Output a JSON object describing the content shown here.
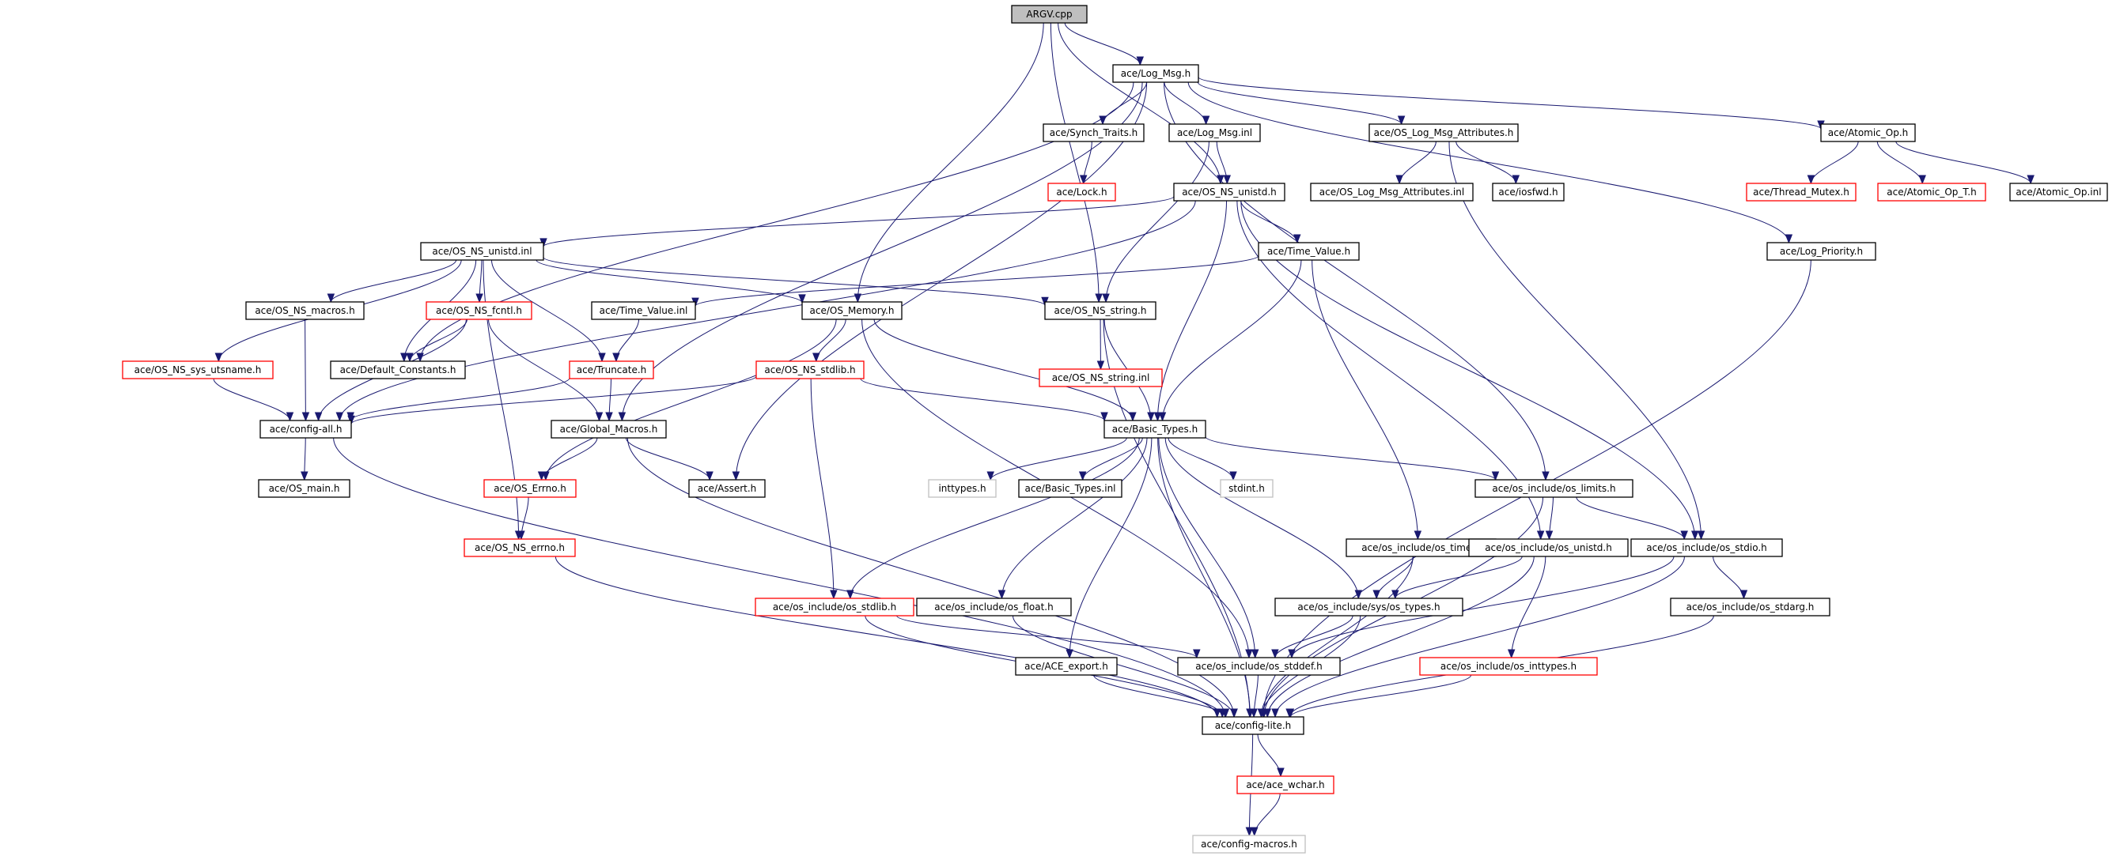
{
  "diagram": {
    "colors": {
      "edge": "#191970",
      "border_normal": "#000000",
      "border_truncated": "#ff0000",
      "border_external": "#bfbfbf",
      "fill_root": "#bfbfbf",
      "fill_normal": "#ffffff",
      "text": "#000000"
    },
    "nodes": [
      {
        "id": "argv_cpp",
        "label": "ARGV.cpp",
        "kind": "root"
      },
      {
        "id": "log_msg_h",
        "label": "ace/Log_Msg.h",
        "kind": "normal"
      },
      {
        "id": "synch_traits_h",
        "label": "ace/Synch_Traits.h",
        "kind": "normal"
      },
      {
        "id": "log_msg_inl",
        "label": "ace/Log_Msg.inl",
        "kind": "normal"
      },
      {
        "id": "os_log_msg_attr_h",
        "label": "ace/OS_Log_Msg_Attributes.h",
        "kind": "normal"
      },
      {
        "id": "atomic_op_h",
        "label": "ace/Atomic_Op.h",
        "kind": "normal"
      },
      {
        "id": "lock_h",
        "label": "ace/Lock.h",
        "kind": "truncated"
      },
      {
        "id": "os_ns_unistd_h",
        "label": "ace/OS_NS_unistd.h",
        "kind": "normal"
      },
      {
        "id": "os_log_msg_attr_inl",
        "label": "ace/OS_Log_Msg_Attributes.inl",
        "kind": "normal"
      },
      {
        "id": "iosfwd_h",
        "label": "ace/iosfwd.h",
        "kind": "normal"
      },
      {
        "id": "thread_mutex_h",
        "label": "ace/Thread_Mutex.h",
        "kind": "truncated"
      },
      {
        "id": "atomic_op_t_h",
        "label": "ace/Atomic_Op_T.h",
        "kind": "truncated"
      },
      {
        "id": "atomic_op_inl",
        "label": "ace/Atomic_Op.inl",
        "kind": "normal"
      },
      {
        "id": "os_ns_unistd_inl",
        "label": "ace/OS_NS_unistd.inl",
        "kind": "normal"
      },
      {
        "id": "time_value_h",
        "label": "ace/Time_Value.h",
        "kind": "normal"
      },
      {
        "id": "log_priority_h",
        "label": "ace/Log_Priority.h",
        "kind": "normal"
      },
      {
        "id": "os_ns_macros_h",
        "label": "ace/OS_NS_macros.h",
        "kind": "normal"
      },
      {
        "id": "os_ns_fcntl_h",
        "label": "ace/OS_NS_fcntl.h",
        "kind": "truncated"
      },
      {
        "id": "time_value_inl",
        "label": "ace/Time_Value.inl",
        "kind": "normal"
      },
      {
        "id": "os_memory_h",
        "label": "ace/OS_Memory.h",
        "kind": "normal"
      },
      {
        "id": "os_ns_string_h",
        "label": "ace/OS_NS_string.h",
        "kind": "normal"
      },
      {
        "id": "os_ns_sys_utsname_h",
        "label": "ace/OS_NS_sys_utsname.h",
        "kind": "truncated"
      },
      {
        "id": "default_constants_h",
        "label": "ace/Default_Constants.h",
        "kind": "normal"
      },
      {
        "id": "truncate_h",
        "label": "ace/Truncate.h",
        "kind": "truncated"
      },
      {
        "id": "os_ns_stdlib_h",
        "label": "ace/OS_NS_stdlib.h",
        "kind": "truncated"
      },
      {
        "id": "os_ns_string_inl",
        "label": "ace/OS_NS_string.inl",
        "kind": "truncated"
      },
      {
        "id": "config_all_h",
        "label": "ace/config-all.h",
        "kind": "normal"
      },
      {
        "id": "global_macros_h",
        "label": "ace/Global_Macros.h",
        "kind": "normal"
      },
      {
        "id": "basic_types_h",
        "label": "ace/Basic_Types.h",
        "kind": "normal"
      },
      {
        "id": "os_main_h",
        "label": "ace/OS_main.h",
        "kind": "normal"
      },
      {
        "id": "os_errno_h",
        "label": "ace/OS_Errno.h",
        "kind": "truncated"
      },
      {
        "id": "assert_h",
        "label": "ace/Assert.h",
        "kind": "normal"
      },
      {
        "id": "inttypes_h",
        "label": "inttypes.h",
        "kind": "external"
      },
      {
        "id": "basic_types_inl",
        "label": "ace/Basic_Types.inl",
        "kind": "normal"
      },
      {
        "id": "stdint_h",
        "label": "stdint.h",
        "kind": "external"
      },
      {
        "id": "os_include_os_limits_h",
        "label": "ace/os_include/os_limits.h",
        "kind": "normal"
      },
      {
        "id": "os_ns_errno_h",
        "label": "ace/OS_NS_errno.h",
        "kind": "truncated"
      },
      {
        "id": "os_include_os_time_h",
        "label": "ace/os_include/os_time.h",
        "kind": "normal"
      },
      {
        "id": "os_include_os_unistd_h",
        "label": "ace/os_include/os_unistd.h",
        "kind": "normal"
      },
      {
        "id": "os_include_os_stdio_h",
        "label": "ace/os_include/os_stdio.h",
        "kind": "normal"
      },
      {
        "id": "os_include_os_stdlib_h",
        "label": "ace/os_include/os_stdlib.h",
        "kind": "truncated"
      },
      {
        "id": "os_include_os_float_h",
        "label": "ace/os_include/os_float.h",
        "kind": "normal"
      },
      {
        "id": "os_include_sys_os_types_h",
        "label": "ace/os_include/sys/os_types.h",
        "kind": "normal"
      },
      {
        "id": "os_include_os_stdarg_h",
        "label": "ace/os_include/os_stdarg.h",
        "kind": "normal"
      },
      {
        "id": "ace_export_h",
        "label": "ace/ACE_export.h",
        "kind": "normal"
      },
      {
        "id": "os_include_os_stddef_h",
        "label": "ace/os_include/os_stddef.h",
        "kind": "normal"
      },
      {
        "id": "os_include_os_inttypes_h",
        "label": "ace/os_include/os_inttypes.h",
        "kind": "truncated"
      },
      {
        "id": "config_lite_h",
        "label": "ace/config-lite.h",
        "kind": "normal"
      },
      {
        "id": "ace_wchar_h",
        "label": "ace/ace_wchar.h",
        "kind": "truncated"
      },
      {
        "id": "config_macros_h",
        "label": "ace/config-macros.h",
        "kind": "external"
      }
    ],
    "edges": [
      [
        "argv_cpp",
        "log_msg_h"
      ],
      [
        "argv_cpp",
        "os_memory_h"
      ],
      [
        "argv_cpp",
        "os_ns_string_h"
      ],
      [
        "argv_cpp",
        "os_ns_unistd_h"
      ],
      [
        "log_msg_h",
        "synch_traits_h"
      ],
      [
        "log_msg_h",
        "log_msg_inl"
      ],
      [
        "log_msg_h",
        "os_log_msg_attr_h"
      ],
      [
        "log_msg_h",
        "atomic_op_h"
      ],
      [
        "log_msg_h",
        "log_priority_h"
      ],
      [
        "log_msg_h",
        "default_constants_h"
      ],
      [
        "log_msg_h",
        "global_macros_h"
      ],
      [
        "log_msg_h",
        "assert_h"
      ],
      [
        "log_msg_h",
        "os_include_os_limits_h"
      ],
      [
        "synch_traits_h",
        "lock_h"
      ],
      [
        "log_msg_inl",
        "os_ns_unistd_h"
      ],
      [
        "log_msg_inl",
        "os_ns_string_h"
      ],
      [
        "os_log_msg_attr_h",
        "os_log_msg_attr_inl"
      ],
      [
        "os_log_msg_attr_h",
        "iosfwd_h"
      ],
      [
        "os_log_msg_attr_h",
        "os_include_os_stdio_h"
      ],
      [
        "atomic_op_h",
        "thread_mutex_h"
      ],
      [
        "atomic_op_h",
        "atomic_op_t_h"
      ],
      [
        "atomic_op_h",
        "atomic_op_inl"
      ],
      [
        "os_ns_unistd_h",
        "os_ns_unistd_inl"
      ],
      [
        "os_ns_unistd_h",
        "time_value_h"
      ],
      [
        "os_ns_unistd_h",
        "basic_types_h"
      ],
      [
        "os_ns_unistd_h",
        "config_all_h"
      ],
      [
        "os_ns_unistd_h",
        "os_include_os_unistd_h"
      ],
      [
        "os_ns_unistd_h",
        "os_include_os_stdio_h"
      ],
      [
        "os_ns_unistd_inl",
        "os_ns_macros_h"
      ],
      [
        "os_ns_unistd_inl",
        "os_ns_fcntl_h"
      ],
      [
        "os_ns_unistd_inl",
        "os_memory_h"
      ],
      [
        "os_ns_unistd_inl",
        "os_ns_string_h"
      ],
      [
        "os_ns_unistd_inl",
        "os_ns_sys_utsname_h"
      ],
      [
        "os_ns_unistd_inl",
        "default_constants_h"
      ],
      [
        "os_ns_unistd_inl",
        "truncate_h"
      ],
      [
        "os_ns_unistd_inl",
        "os_ns_errno_h"
      ],
      [
        "time_value_h",
        "time_value_inl"
      ],
      [
        "time_value_h",
        "basic_types_h"
      ],
      [
        "time_value_h",
        "os_include_os_time_h"
      ],
      [
        "log_priority_h",
        "config_lite_h"
      ],
      [
        "os_ns_macros_h",
        "config_all_h"
      ],
      [
        "os_ns_fcntl_h",
        "default_constants_h"
      ],
      [
        "os_ns_fcntl_h",
        "global_macros_h"
      ],
      [
        "os_ns_fcntl_h",
        "config_all_h"
      ],
      [
        "time_value_inl",
        "truncate_h"
      ],
      [
        "os_memory_h",
        "os_ns_stdlib_h"
      ],
      [
        "os_memory_h",
        "basic_types_h"
      ],
      [
        "os_memory_h",
        "os_errno_h"
      ],
      [
        "os_memory_h",
        "os_include_os_stddef_h"
      ],
      [
        "os_ns_string_h",
        "os_ns_string_inl"
      ],
      [
        "os_ns_string_h",
        "basic_types_h"
      ],
      [
        "os_ns_string_h",
        "config_lite_h"
      ],
      [
        "os_ns_sys_utsname_h",
        "config_all_h"
      ],
      [
        "truncate_h",
        "global_macros_h"
      ],
      [
        "truncate_h",
        "config_all_h"
      ],
      [
        "os_ns_stdlib_h",
        "basic_types_h"
      ],
      [
        "os_ns_stdlib_h",
        "config_all_h"
      ],
      [
        "os_ns_stdlib_h",
        "os_include_os_stdlib_h"
      ],
      [
        "config_all_h",
        "os_main_h"
      ],
      [
        "config_all_h",
        "config_lite_h"
      ],
      [
        "global_macros_h",
        "os_errno_h"
      ],
      [
        "global_macros_h",
        "assert_h"
      ],
      [
        "global_macros_h",
        "config_lite_h"
      ],
      [
        "os_errno_h",
        "os_ns_errno_h"
      ],
      [
        "os_ns_errno_h",
        "config_lite_h"
      ],
      [
        "basic_types_h",
        "inttypes_h"
      ],
      [
        "basic_types_h",
        "basic_types_inl"
      ],
      [
        "basic_types_h",
        "stdint_h"
      ],
      [
        "basic_types_h",
        "os_include_os_limits_h"
      ],
      [
        "basic_types_h",
        "os_include_os_stdlib_h"
      ],
      [
        "basic_types_h",
        "os_include_os_float_h"
      ],
      [
        "basic_types_h",
        "ace_export_h"
      ],
      [
        "basic_types_h",
        "os_include_sys_os_types_h"
      ],
      [
        "basic_types_h",
        "os_include_os_stddef_h"
      ],
      [
        "basic_types_h",
        "config_lite_h"
      ],
      [
        "os_include_os_limits_h",
        "os_include_os_unistd_h"
      ],
      [
        "os_include_os_limits_h",
        "os_include_os_stdio_h"
      ],
      [
        "os_include_os_limits_h",
        "config_lite_h"
      ],
      [
        "os_include_os_time_h",
        "os_include_sys_os_types_h"
      ],
      [
        "os_include_os_time_h",
        "config_lite_h"
      ],
      [
        "os_include_os_unistd_h",
        "os_include_sys_os_types_h"
      ],
      [
        "os_include_os_unistd_h",
        "os_include_os_inttypes_h"
      ],
      [
        "os_include_os_unistd_h",
        "config_lite_h"
      ],
      [
        "os_include_os_stdio_h",
        "os_include_os_stdarg_h"
      ],
      [
        "os_include_os_stdio_h",
        "os_include_os_stddef_h"
      ],
      [
        "os_include_os_stdio_h",
        "config_lite_h"
      ],
      [
        "os_include_os_stdlib_h",
        "os_include_os_stddef_h"
      ],
      [
        "os_include_os_stdlib_h",
        "config_lite_h"
      ],
      [
        "os_include_os_float_h",
        "config_lite_h"
      ],
      [
        "os_include_sys_os_types_h",
        "os_include_os_stddef_h"
      ],
      [
        "os_include_sys_os_types_h",
        "config_lite_h"
      ],
      [
        "os_include_os_stdarg_h",
        "config_lite_h"
      ],
      [
        "ace_export_h",
        "config_lite_h"
      ],
      [
        "os_include_os_stddef_h",
        "config_lite_h"
      ],
      [
        "os_include_os_inttypes_h",
        "config_lite_h"
      ],
      [
        "config_lite_h",
        "ace_wchar_h"
      ],
      [
        "config_lite_h",
        "config_macros_h"
      ],
      [
        "ace_wchar_h",
        "config_macros_h"
      ]
    ]
  }
}
